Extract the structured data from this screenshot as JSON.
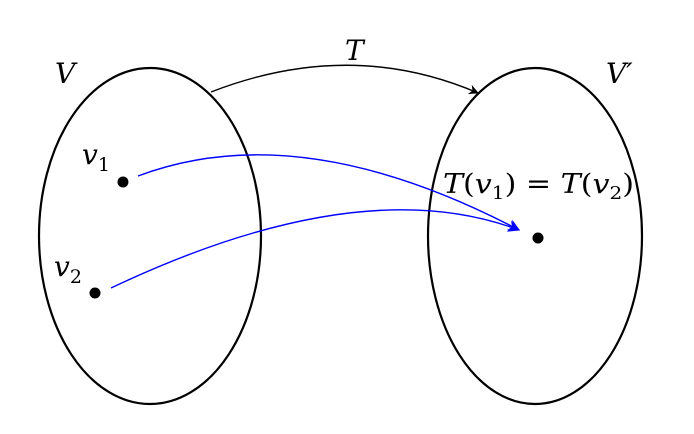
{
  "labels": {
    "domain_set": "V",
    "codomain_set": "V′",
    "map": "T",
    "vector_1_base": "v",
    "vector_1_sub": "1",
    "vector_2_base": "v",
    "vector_2_sub": "2",
    "image_eq": {
      "t1": "T",
      "lp1": "(",
      "v1": "v",
      "s1": "1",
      "rp1": ")",
      "eq": " = ",
      "t2": "T",
      "lp2": "(",
      "v2": "v",
      "s2": "2",
      "rp2": ")"
    }
  },
  "colors": {
    "outline": "#000000",
    "arrow_map": "#000000",
    "arrow_vectors": "#0000ff",
    "points": "#000000"
  }
}
